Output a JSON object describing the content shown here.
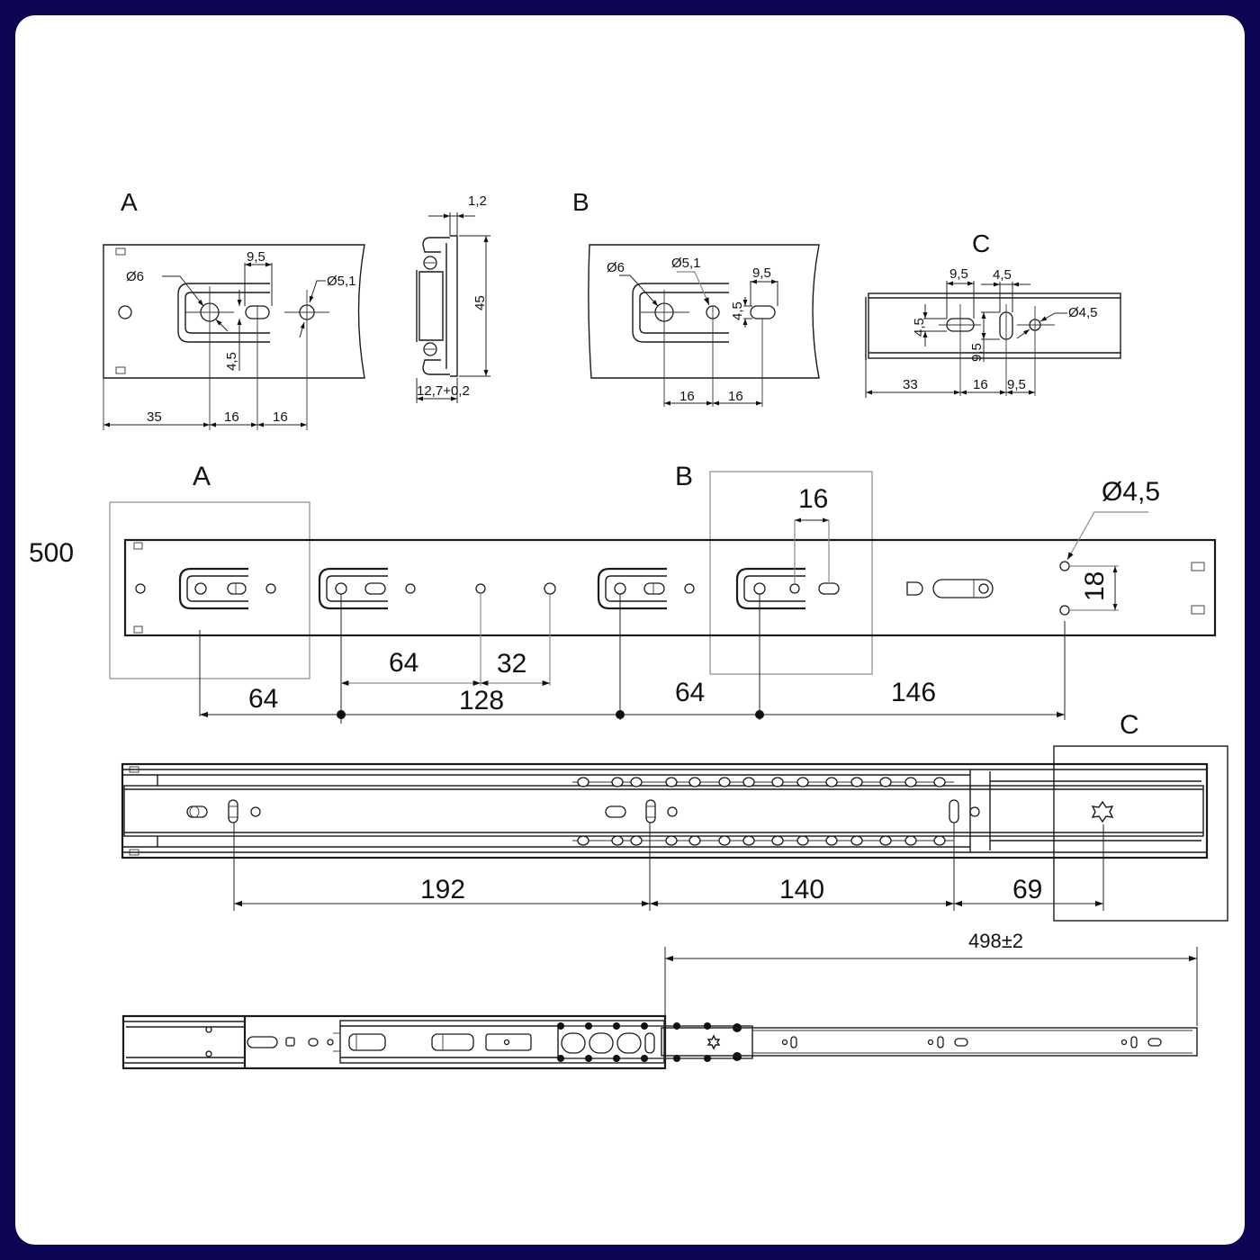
{
  "drawing": {
    "frame_color": "#0b0452",
    "background": "#ffffff",
    "size_label": "500"
  },
  "detail_a": {
    "title": "A",
    "dia_large": "Ø6",
    "dia_small": "Ø5,1",
    "slot_width": "9,5",
    "slot_height": "4,5",
    "dims_bottom": [
      "35",
      "16",
      "16"
    ]
  },
  "cross_section": {
    "thickness": "1,2",
    "height": "45",
    "width": "12,7+0,2"
  },
  "detail_b": {
    "title": "B",
    "dia_large": "Ø6",
    "dia_small": "Ø5,1",
    "slot_width": "9,5",
    "slot_height": "4,5",
    "dims_bottom": [
      "16",
      "16"
    ]
  },
  "detail_c": {
    "title": "C",
    "slot_h_width": "9,5",
    "slot_v_width": "4,5",
    "slot_h_height": "4,5",
    "slot_v_height": "9,5",
    "dia": "Ø4,5",
    "dims_bottom": [
      "33",
      "16",
      "9,5"
    ]
  },
  "side_view": {
    "callout_a": "A",
    "callout_b": "B",
    "dia": "Ø4,5",
    "vertical_spacing": "18",
    "b_spacing": "16",
    "dims_upper": [
      "64",
      "32"
    ],
    "dims_lower": [
      "64",
      "128",
      "64",
      "146"
    ]
  },
  "closed_view": {
    "callout_c": "C",
    "dims": [
      "192",
      "140",
      "69"
    ]
  },
  "extended_view": {
    "extension": "498±2"
  }
}
